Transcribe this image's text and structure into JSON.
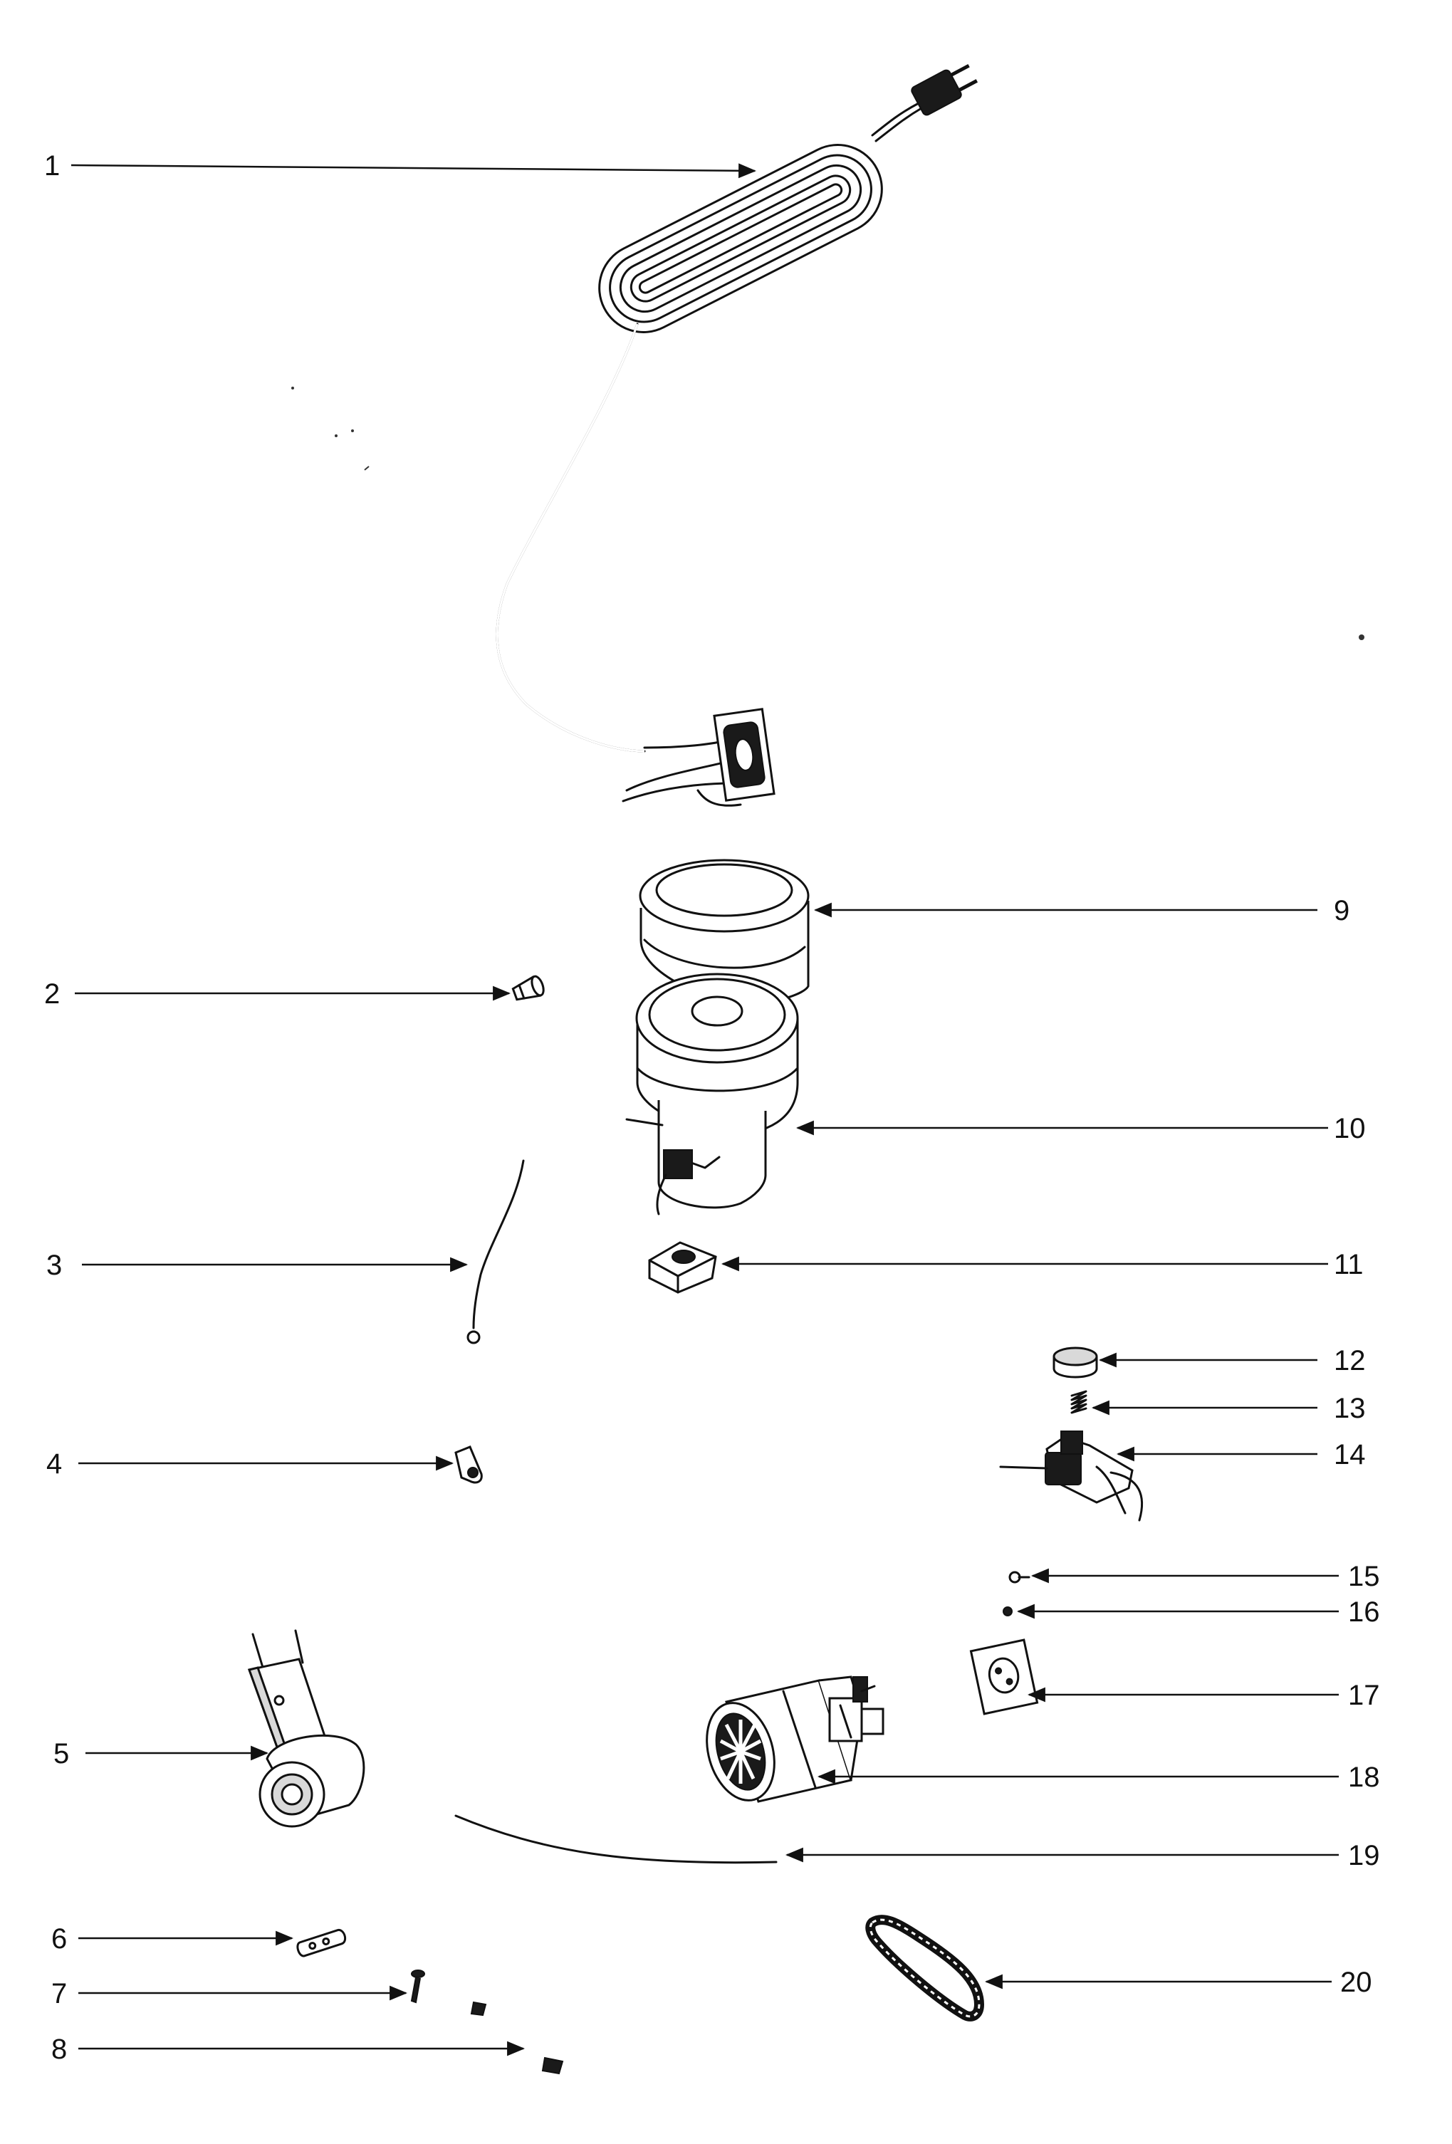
{
  "diagram": {
    "colors": {
      "ink": "#111111",
      "background": "#ffffff"
    },
    "callouts": [
      {
        "id": "1",
        "label": "1"
      },
      {
        "id": "2",
        "label": "2"
      },
      {
        "id": "3",
        "label": "3"
      },
      {
        "id": "4",
        "label": "4"
      },
      {
        "id": "5",
        "label": "5"
      },
      {
        "id": "6",
        "label": "6"
      },
      {
        "id": "7",
        "label": "7"
      },
      {
        "id": "8",
        "label": "8"
      },
      {
        "id": "9",
        "label": "9"
      },
      {
        "id": "10",
        "label": "10"
      },
      {
        "id": "11",
        "label": "11"
      },
      {
        "id": "12",
        "label": "12"
      },
      {
        "id": "13",
        "label": "13"
      },
      {
        "id": "14",
        "label": "14"
      },
      {
        "id": "15",
        "label": "15"
      },
      {
        "id": "16",
        "label": "16"
      },
      {
        "id": "17",
        "label": "17"
      },
      {
        "id": "18",
        "label": "18"
      },
      {
        "id": "19",
        "label": "19"
      },
      {
        "id": "20",
        "label": "20"
      }
    ]
  }
}
